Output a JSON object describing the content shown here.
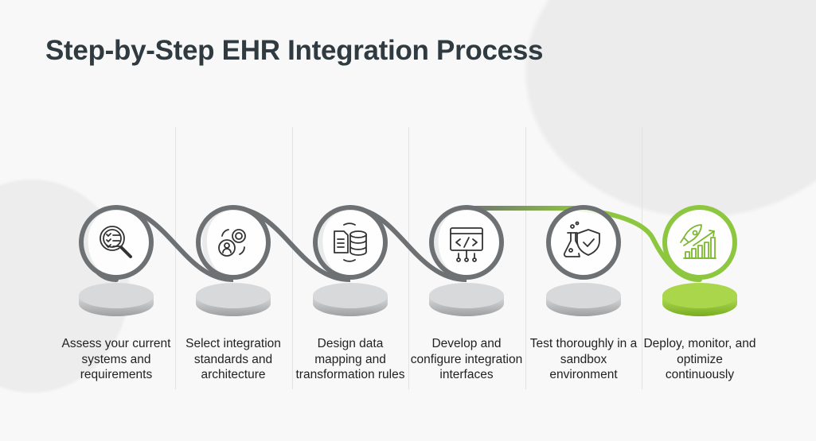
{
  "title": "Step-by-Step EHR Integration Process",
  "colors": {
    "ring": "#6e7173",
    "accent": "#8dc63f",
    "pedestal": "#c9cacc",
    "text": "#2f3b40"
  },
  "steps": [
    {
      "label": "Assess your current systems and requirements",
      "icon": "magnifier-checklist-icon",
      "active": false
    },
    {
      "label": "Select integration standards and architecture",
      "icon": "gears-user-icon",
      "active": false
    },
    {
      "label": "Design data mapping and transformation rules",
      "icon": "document-database-icon",
      "active": false
    },
    {
      "label": "Develop and configure integration interfaces",
      "icon": "code-window-icon",
      "active": false
    },
    {
      "label": "Test thoroughly in a sandbox environment",
      "icon": "flask-shield-icon",
      "active": false
    },
    {
      "label": "Deploy, monitor, and optimize continuously",
      "icon": "rocket-growth-icon",
      "active": true
    }
  ]
}
